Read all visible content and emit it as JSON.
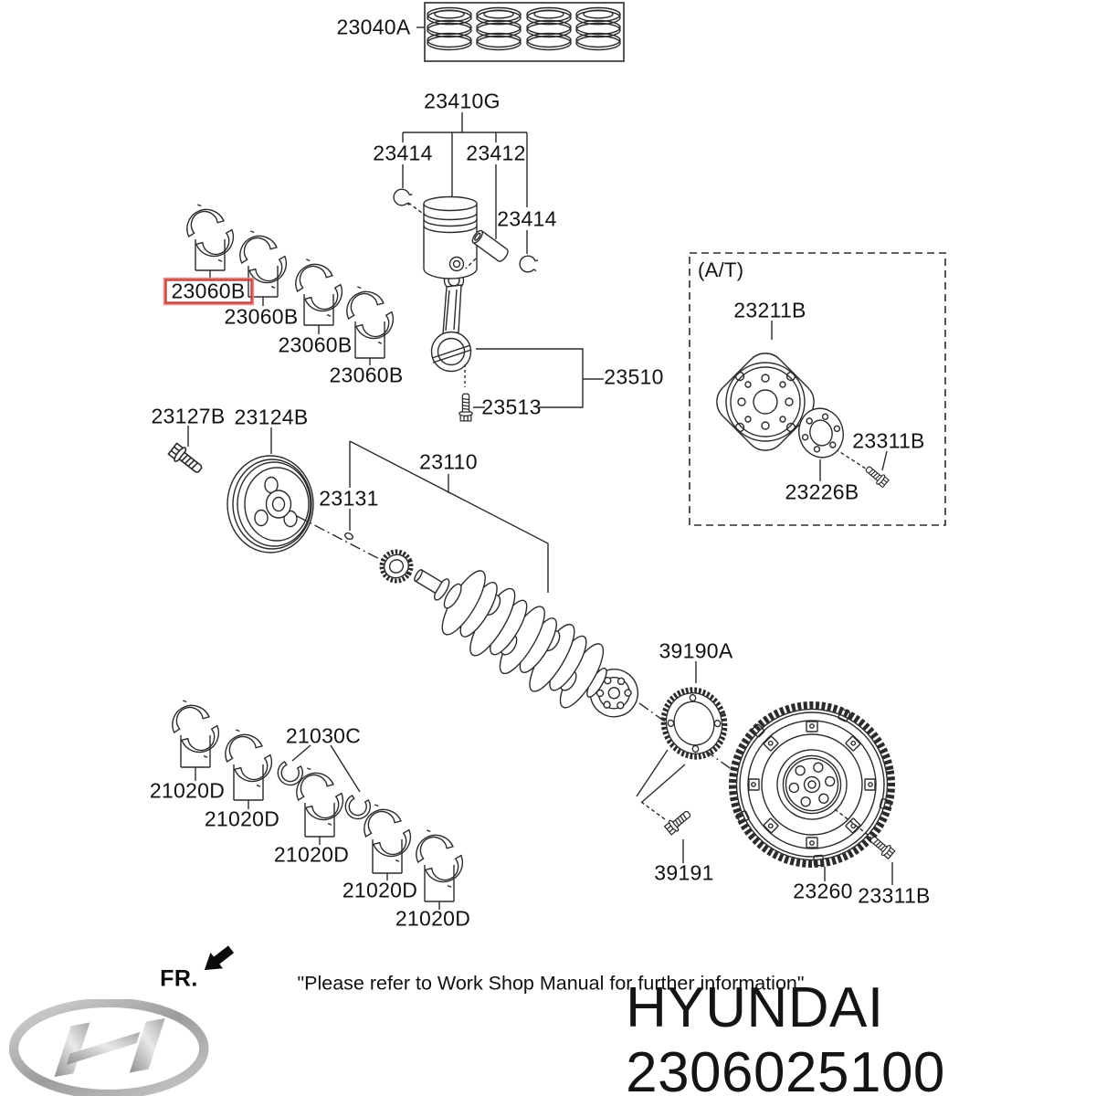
{
  "diagram": {
    "description": "Hyundai crankshaft and piston exploded parts diagram",
    "highlight_color": "#c8433c",
    "part_labels": {
      "piston_ring_set": "23040A",
      "piston_kit": "23410G",
      "snap_ring_left": "23414",
      "piston_pin": "23412",
      "snap_ring_right": "23414",
      "rod_bearing_1": "23060B",
      "rod_bearing_2": "23060B",
      "rod_bearing_3": "23060B",
      "rod_bearing_4": "23060B",
      "connecting_rod": "23510",
      "rod_bolt": "23513",
      "pulley_bolt": "23127B",
      "crankshaft_pulley": "23124B",
      "woodruff_key": "23131",
      "crankshaft": "23110",
      "transmission_note": "(A/T)",
      "drive_plate": "23211B",
      "adapter_plate": "23226B",
      "drive_plate_bolt": "23311B",
      "sensor_ring": "39190A",
      "sensor_ring_bolt": "39191",
      "flywheel": "23260",
      "flywheel_bolt": "23311B",
      "main_bearing_1": "21020D",
      "main_bearing_2": "21020D",
      "main_bearing_3": "21020D",
      "main_bearing_4": "21020D",
      "main_bearing_5": "21020D",
      "thrust_washer": "21030C"
    }
  },
  "footer": {
    "front_label": "FR.",
    "note": "\"Please refer to Work Shop Manual for further information\"",
    "title": "HYUNDAI 2306025100"
  }
}
